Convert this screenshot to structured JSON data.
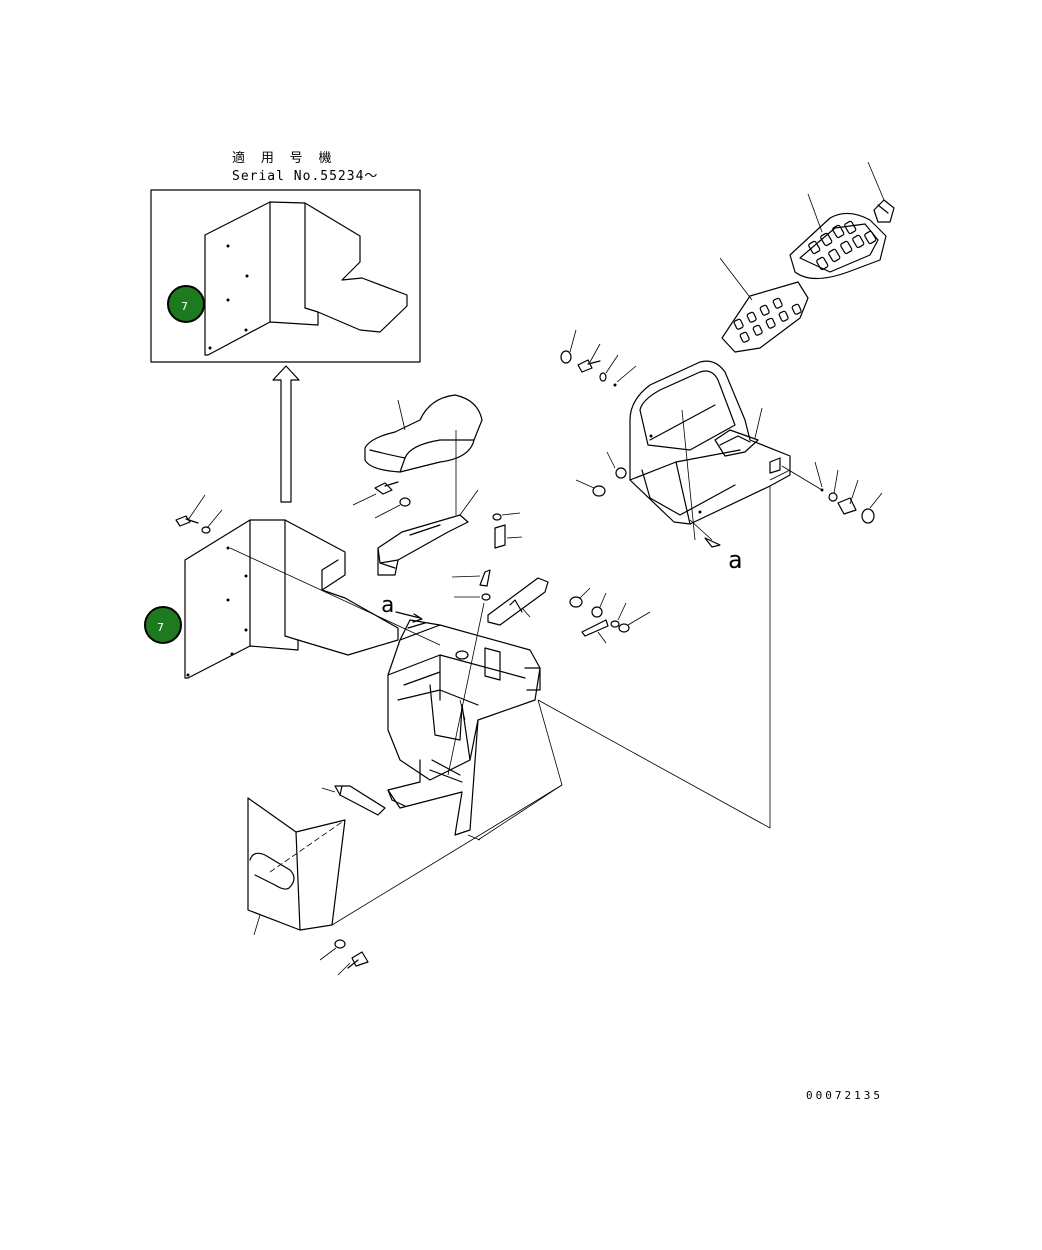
{
  "header": {
    "serial_label_jp": "適 用 号 機",
    "serial_label": "Serial No.55234～"
  },
  "view_markers": {
    "a_left": "a",
    "a_right": "a"
  },
  "badges": [
    {
      "number": "7",
      "color": "#1e7a1e"
    },
    {
      "number": "7",
      "color": "#1e7a1e"
    }
  ],
  "footer": {
    "drawing_number": "00072135"
  }
}
